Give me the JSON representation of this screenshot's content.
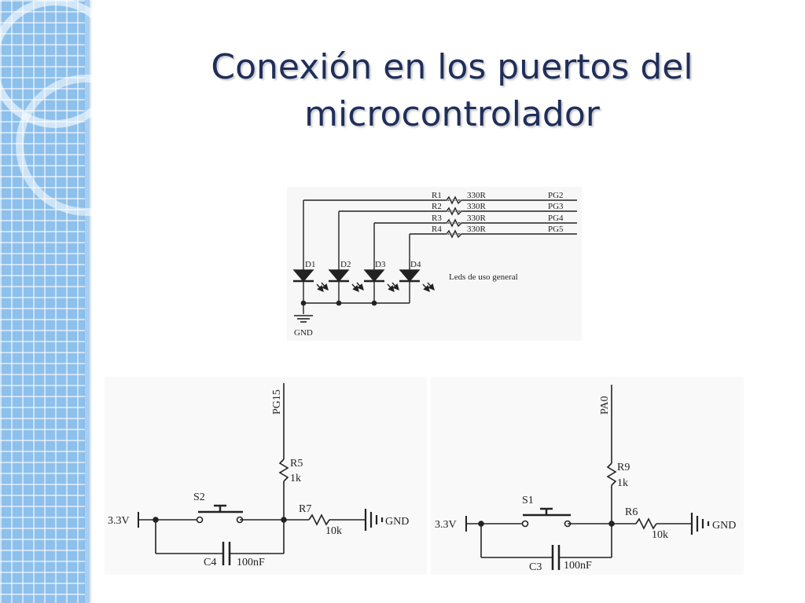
{
  "title_line1": "Conexión en los puertos del",
  "title_line2": "microcontrolador",
  "led_circuit": {
    "rows": [
      {
        "resistor": "R1",
        "value": "330R",
        "port": "PG2"
      },
      {
        "resistor": "R2",
        "value": "330R",
        "port": "PG3"
      },
      {
        "resistor": "R3",
        "value": "330R",
        "port": "PG4"
      },
      {
        "resistor": "R4",
        "value": "330R",
        "port": "PG5"
      }
    ],
    "diodes": [
      "D1",
      "D2",
      "D3",
      "D4"
    ],
    "caption": "Leds de uso general",
    "ground_label": "GND"
  },
  "button_left": {
    "port": "PG15",
    "pullup_name": "R5",
    "pullup_value": "1k",
    "switch_name": "S2",
    "supply": "3.3V",
    "series_name": "R7",
    "series_value": "10k",
    "ground": "GND",
    "cap_name": "C4",
    "cap_value": "100nF"
  },
  "button_right": {
    "port": "PA0",
    "pullup_name": "R9",
    "pullup_value": "1k",
    "switch_name": "S1",
    "supply": "3.3V",
    "series_name": "R6",
    "series_value": "10k",
    "ground": "GND",
    "cap_name": "C3",
    "cap_value": "100nF"
  }
}
